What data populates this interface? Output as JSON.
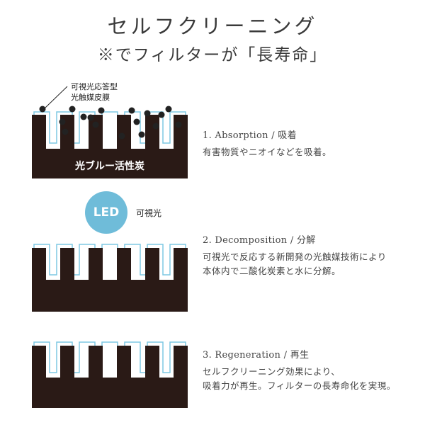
{
  "header": {
    "title": "セルフクリーニング",
    "subtitle": "※でフィルターが「長寿命」"
  },
  "diagram1": {
    "callout_line1": "可視光応答型",
    "callout_line2": "光触媒皮膜",
    "base_label": "光ブルー活性炭"
  },
  "led": {
    "label": "LED",
    "light_label": "可視光"
  },
  "steps": [
    {
      "title": "1. Absorption / 吸着",
      "body": [
        "有害物質やニオイなどを吸着。"
      ]
    },
    {
      "title": "2. Decomposition / 分解",
      "body": [
        "可視光で反応する新開発の光触媒技術により",
        "本体内で二酸化炭素と水に分解。"
      ]
    },
    {
      "title": "3. Regeneration / 再生",
      "body": [
        "セルフクリーニング効果により、",
        "吸着力が再生。フィルターの長寿命化を実現。"
      ]
    }
  ],
  "colors": {
    "carbon": "#2a1a16",
    "coating": "#7ec8e3",
    "led": "#6fbcd9"
  }
}
